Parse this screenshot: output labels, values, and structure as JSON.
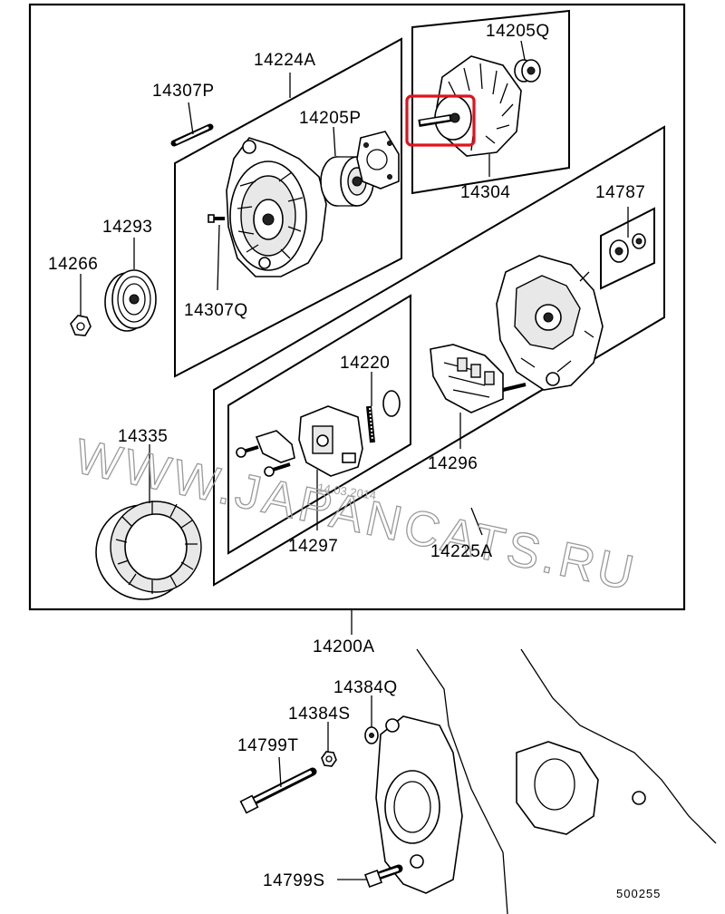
{
  "diagram": {
    "parts": {
      "p14205Q": "14205Q",
      "p14224A": "14224A",
      "p14307P": "14307P",
      "p14205P": "14205P",
      "p14304": "14304",
      "p14787": "14787",
      "p14293": "14293",
      "p14266": "14266",
      "p14307Q": "14307Q",
      "p14220": "14220",
      "p14296": "14296",
      "p14335": "14335",
      "p14297": "14297",
      "p14225A": "14225A",
      "p14200A": "14200A",
      "p14384Q": "14384Q",
      "p14384S": "14384S",
      "p14799T": "14799T",
      "p14799S": "14799S"
    },
    "figure_code": "500255",
    "watermark": "WWW.JAPANCATS.RU",
    "watermark_date": "14.03.2014",
    "highlight_color": "#e0121b"
  }
}
